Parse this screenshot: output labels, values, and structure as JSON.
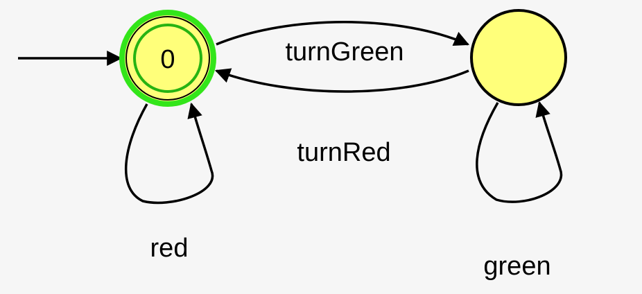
{
  "diagram": {
    "type": "state-machine",
    "colors": {
      "node_fill": "#ffff7a",
      "node_stroke": "#000000",
      "initial_highlight": "#33e51a",
      "initial_inner_ring": "#27b312",
      "edge": "#000000",
      "background": "#f6f6f6"
    },
    "nodes": [
      {
        "id": "s0",
        "label": "0",
        "initial": true
      },
      {
        "id": "s1",
        "label": "",
        "initial": false
      }
    ],
    "edges": [
      {
        "from": "s0",
        "to": "s1",
        "label": "turnGreen"
      },
      {
        "from": "s1",
        "to": "s0",
        "label": "turnRed"
      },
      {
        "from": "s0",
        "to": "s0",
        "label": "red"
      },
      {
        "from": "s1",
        "to": "s1",
        "label": "green"
      }
    ]
  }
}
